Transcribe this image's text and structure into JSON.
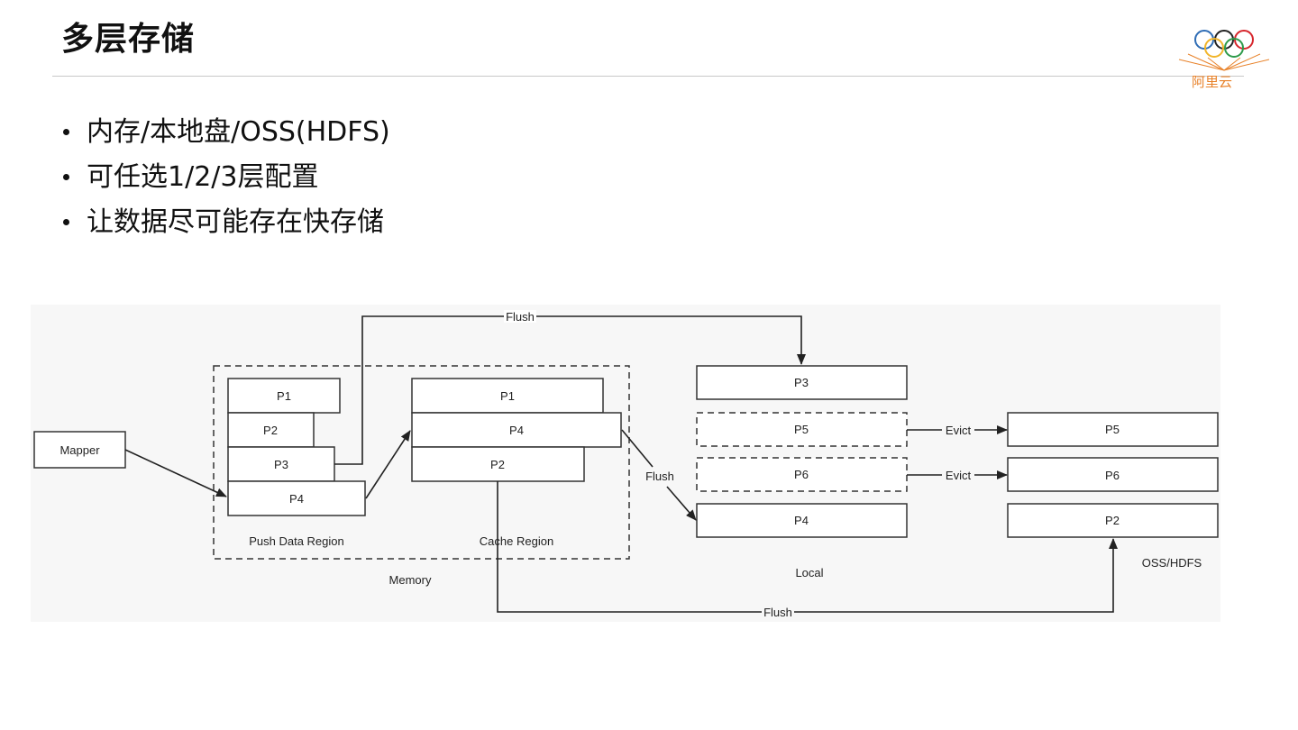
{
  "page": {
    "title": "多层存储",
    "bullets": [
      "内存/本地盘/OSS(HDFS)",
      "可任选1/2/3层配置",
      "让数据尽可能存在快存储"
    ]
  },
  "logo": {
    "icon": "olympic-rings-icon",
    "text": "阿里云",
    "colors": {
      "rings": [
        "#2f6db5",
        "#222222",
        "#d6262c",
        "#f1b52a",
        "#2e9a4a"
      ],
      "brand": "#e8822a"
    }
  },
  "diagram": {
    "mapper": "Mapper",
    "memory": {
      "label": "Memory",
      "push_region": {
        "label": "Push Data Region",
        "partitions": [
          "P1",
          "P2",
          "P3",
          "P4"
        ]
      },
      "cache_region": {
        "label": "Cache Region",
        "partitions": [
          "P1",
          "P4",
          "P2"
        ]
      }
    },
    "local": {
      "label": "Local",
      "partitions": [
        "P3",
        "P5",
        "P6",
        "P4"
      ]
    },
    "oss": {
      "label": "OSS/HDFS",
      "partitions": [
        "P5",
        "P6",
        "P2"
      ]
    },
    "edges": {
      "flush_top": "Flush",
      "flush_mid": "Flush",
      "flush_bottom": "Flush",
      "evict_1": "Evict",
      "evict_2": "Evict"
    }
  }
}
